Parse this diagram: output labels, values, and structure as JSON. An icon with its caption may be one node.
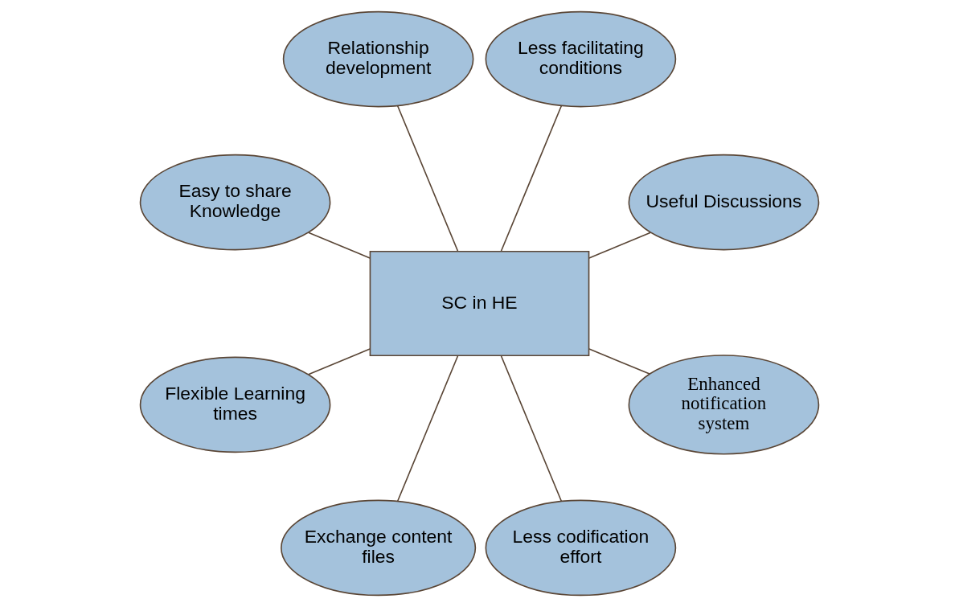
{
  "diagram": {
    "nodes": [
      {
        "text": [
          "Useful Discussions"
        ]
      },
      {
        "text": [
          "Less facilitating conditions"
        ]
      },
      {
        "text": [
          "Relationship development"
        ]
      },
      {
        "text": [
          "Easy to share Knowledge"
        ]
      },
      {
        "text": [
          "SC in HE"
        ]
      },
      {
        "text": [
          "Flexible Learning times"
        ]
      },
      {
        "text": [
          "Exchange content files"
        ]
      },
      {
        "text": [
          "Less codification effort"
        ]
      },
      {
        "text": [
          "Enhanced notification system"
        ]
      }
    ],
    "edges": [
      {
        "from": 4,
        "to": 0,
        "arrow": "none"
      },
      {
        "from": 4,
        "to": 1,
        "arrow": "none"
      },
      {
        "from": 4,
        "to": 2,
        "arrow": "none"
      },
      {
        "from": 4,
        "to": 3,
        "arrow": "none"
      },
      {
        "from": 4,
        "to": 5,
        "arrow": "none"
      },
      {
        "from": 4,
        "to": 6,
        "arrow": "none"
      },
      {
        "from": 4,
        "to": 7,
        "arrow": "none"
      },
      {
        "from": 4,
        "to": 8,
        "arrow": "none"
      }
    ]
  }
}
